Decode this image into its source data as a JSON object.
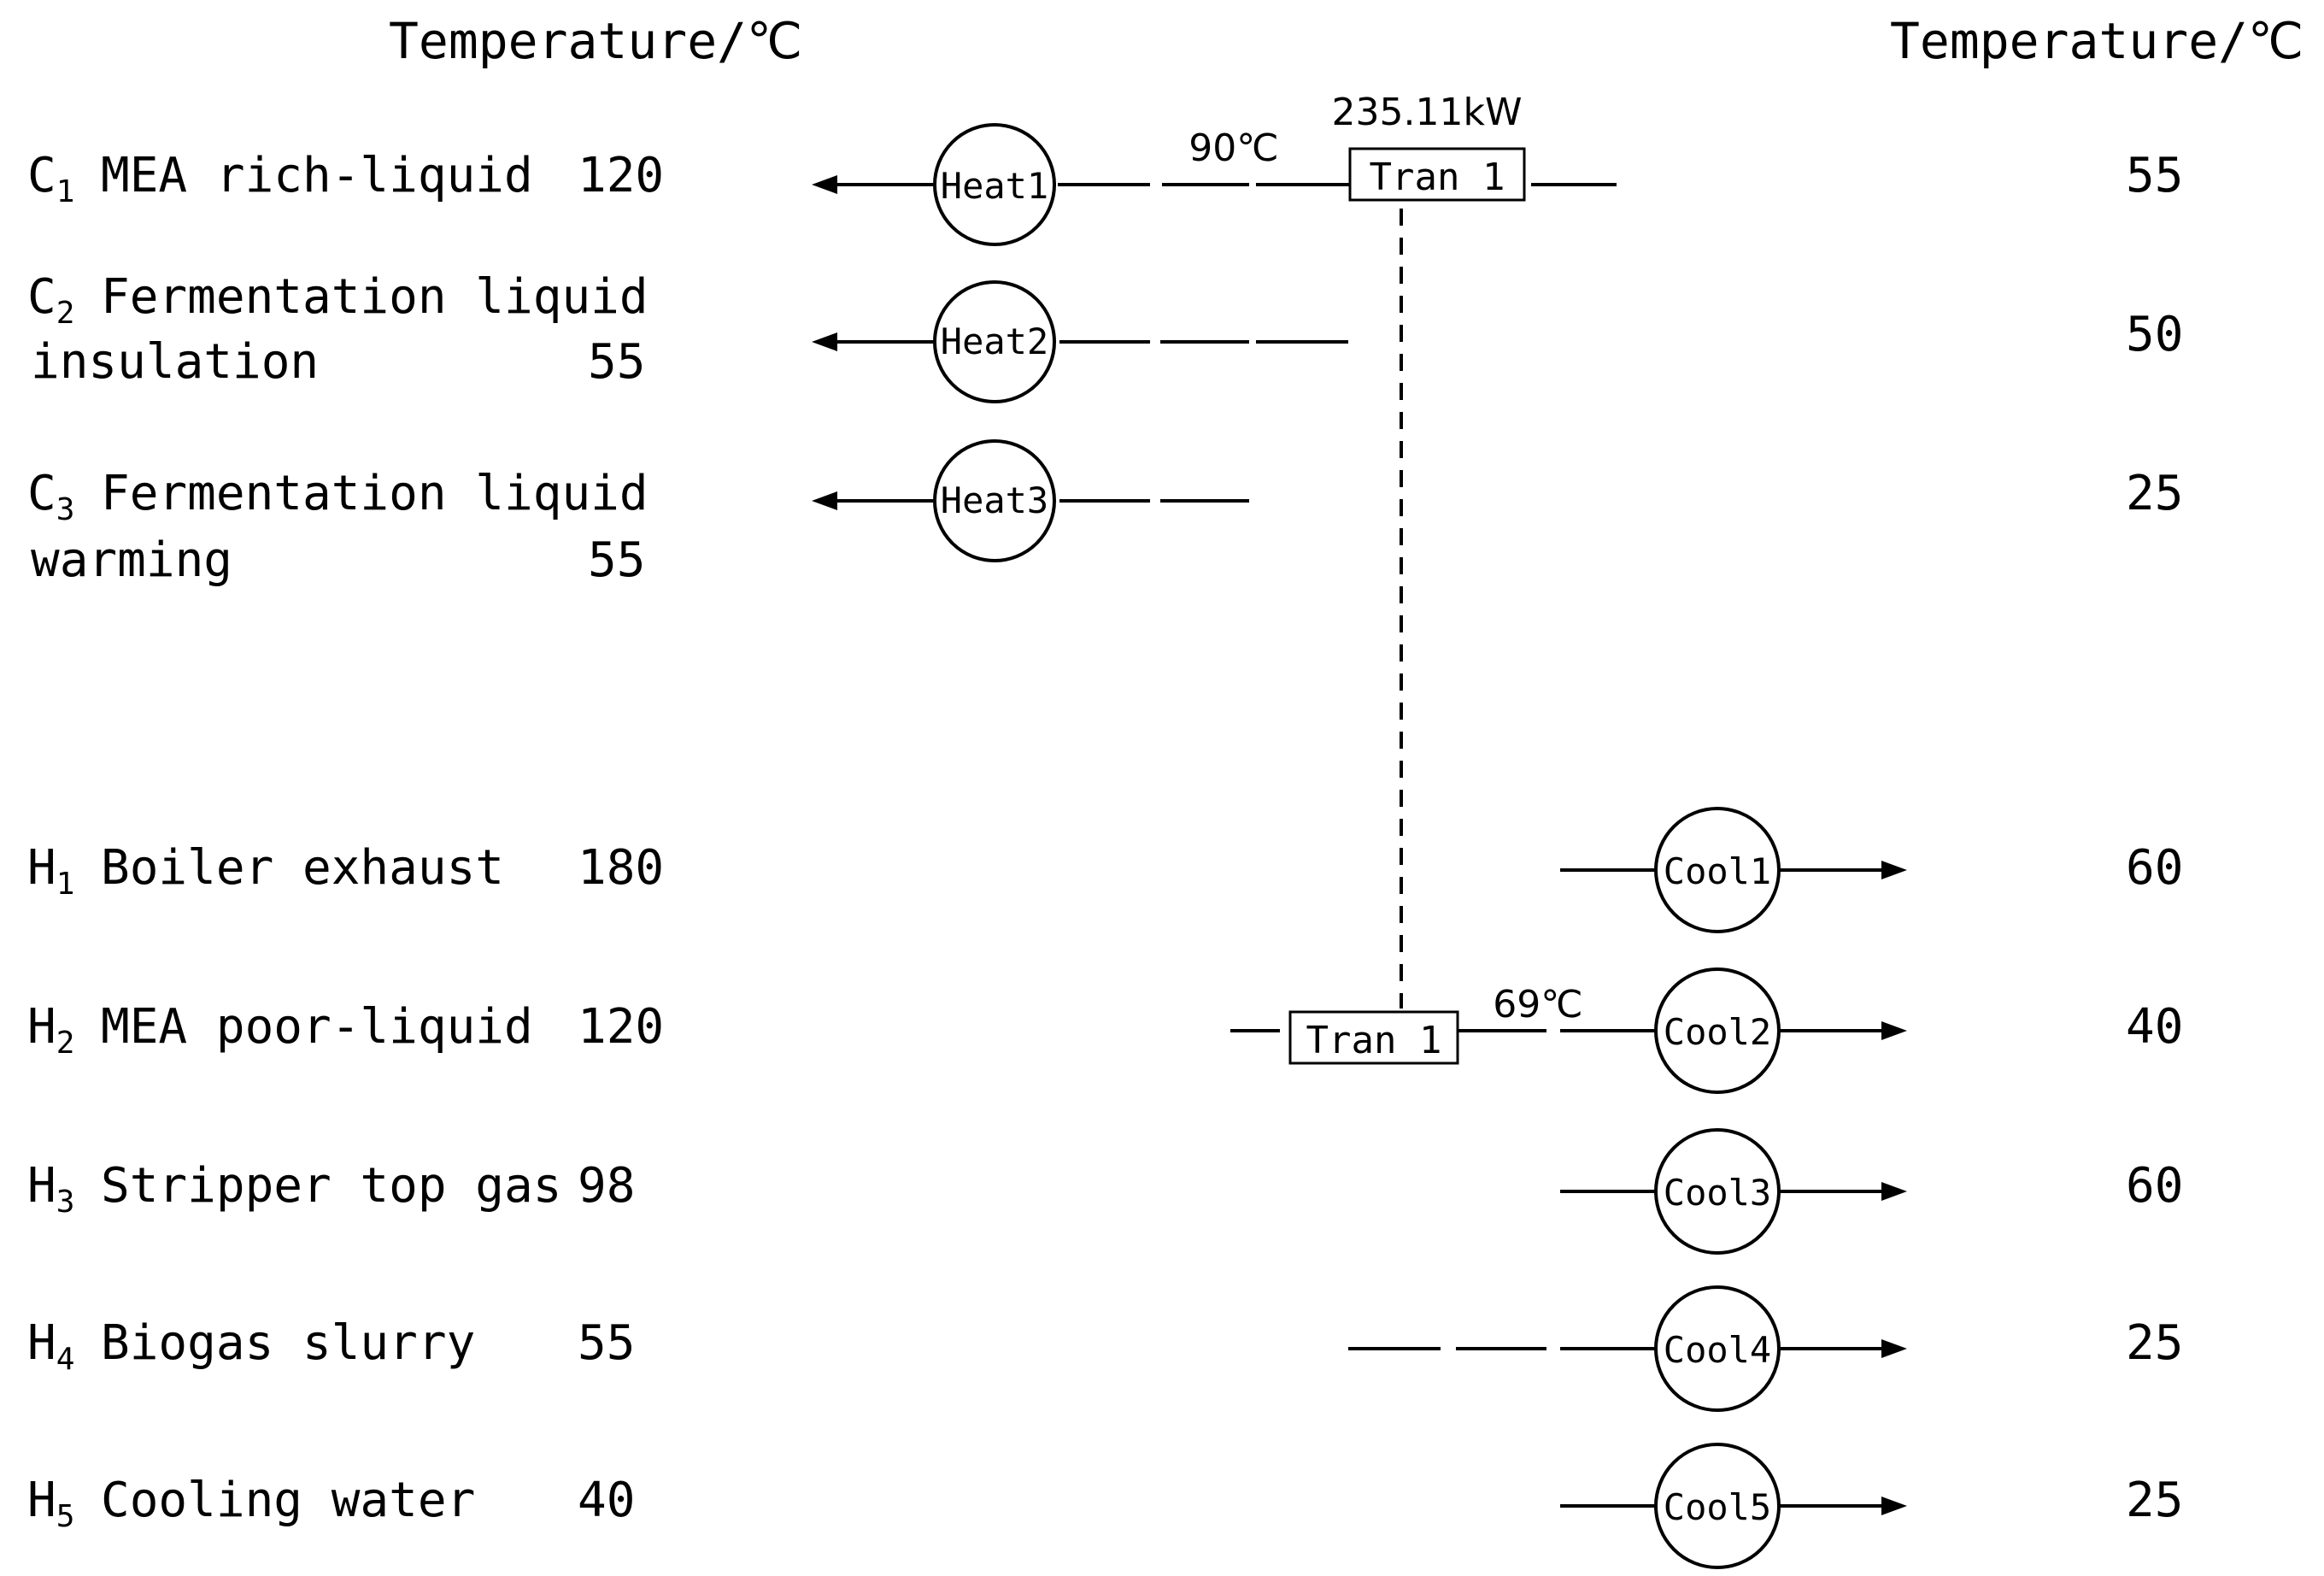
{
  "header": {
    "left": "Temperature/℃",
    "right": "Temperature/℃"
  },
  "cold_streams": [
    {
      "sym": "C",
      "sub": "1",
      "name_line1": "MEA rich-liquid",
      "name_line2": "",
      "supply_temp": "120",
      "target_temp": "55",
      "heater": "Heat1"
    },
    {
      "sym": "C",
      "sub": "2",
      "name_line1": "Fermentation liquid",
      "name_line2": "insulation",
      "supply_temp": "55",
      "target_temp": "50",
      "heater": "Heat2"
    },
    {
      "sym": "C",
      "sub": "3",
      "name_line1": "Fermentation liquid",
      "name_line2": "warming",
      "supply_temp": "55",
      "target_temp": "25",
      "heater": "Heat3"
    }
  ],
  "hot_streams": [
    {
      "sym": "H",
      "sub": "1",
      "name": "Boiler exhaust",
      "supply_temp": "180",
      "target_temp": "60",
      "cooler": "Cool1"
    },
    {
      "sym": "H",
      "sub": "2",
      "name": "MEA poor-liquid",
      "supply_temp": "120",
      "target_temp": "40",
      "cooler": "Cool2"
    },
    {
      "sym": "H",
      "sub": "3",
      "name": "Stripper top gas",
      "supply_temp": "98",
      "target_temp": "60",
      "cooler": "Cool3"
    },
    {
      "sym": "H",
      "sub": "4",
      "name": "Biogas slurry",
      "supply_temp": "55",
      "target_temp": "25",
      "cooler": "Cool4"
    },
    {
      "sym": "H",
      "sub": "5",
      "name": "Cooling water",
      "supply_temp": "40",
      "target_temp": "25",
      "cooler": "Cool5"
    }
  ],
  "exchanger": {
    "label_top": "Tran 1",
    "label_bottom": "Tran 1",
    "duty": "235.11kW",
    "cold_outlet_temp": "90℃",
    "hot_outlet_temp": "69℃"
  }
}
